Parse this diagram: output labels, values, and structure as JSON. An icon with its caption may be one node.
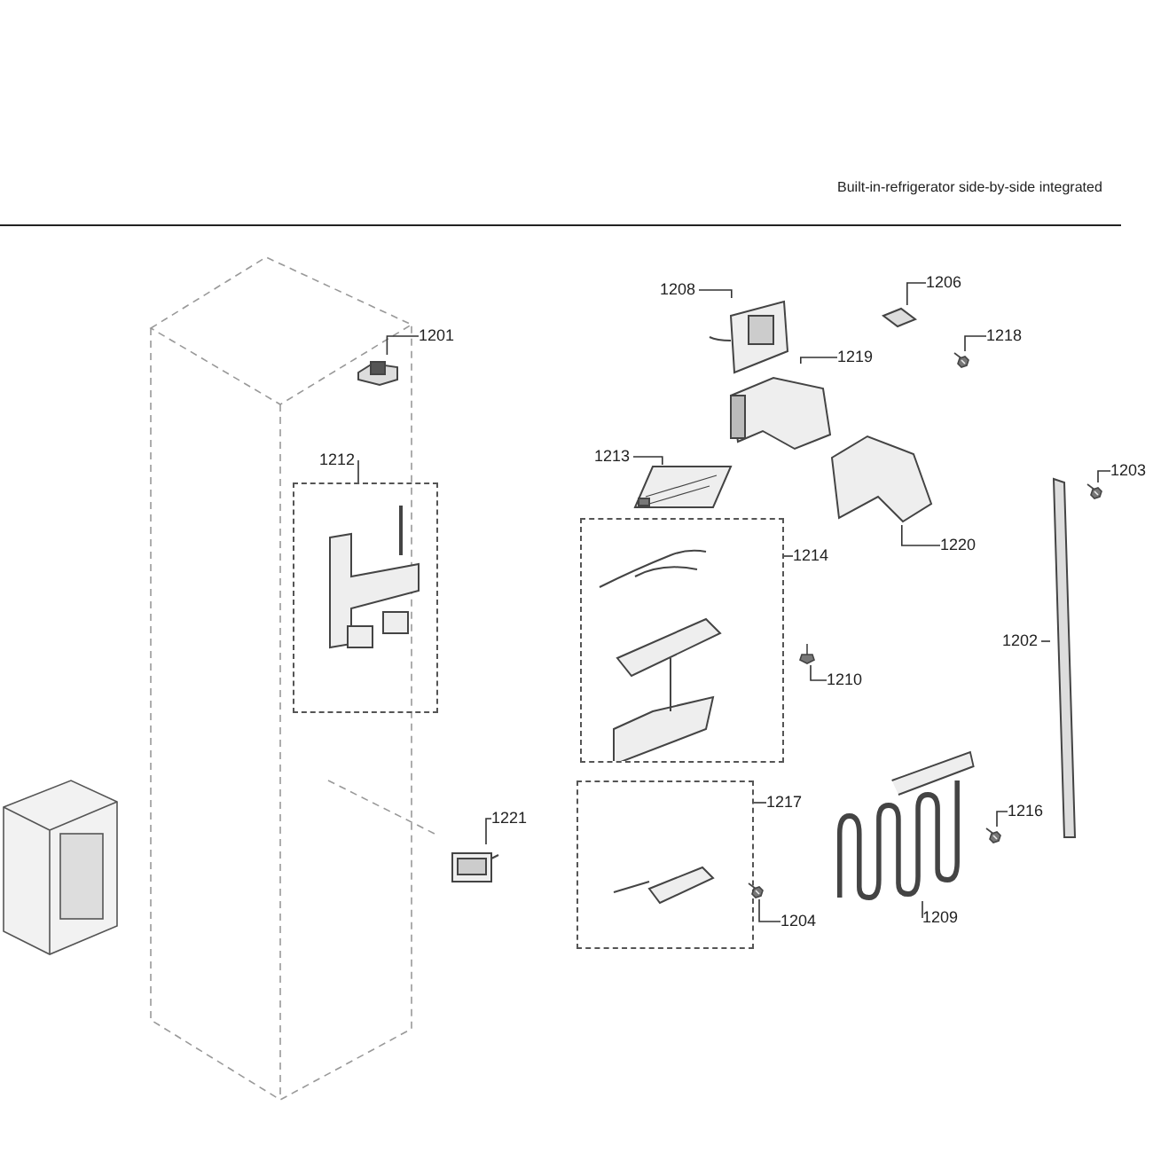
{
  "diagram": {
    "title": "Built-in-refrigerator side-by-side integrated",
    "nodes": [
      {
        "text": [
          "1201"
        ]
      },
      {
        "text": [],
        "shape": "picture"
      },
      {
        "text": [
          "1212"
        ]
      },
      {
        "text": [],
        "shape": "picture"
      },
      {
        "text": [
          "1221"
        ]
      },
      {
        "text": [],
        "shape": "picture"
      },
      {
        "text": [
          "1208"
        ]
      },
      {
        "text": [],
        "shape": "picture"
      },
      {
        "text": [
          "1206"
        ]
      },
      {
        "text": [],
        "shape": "picture"
      },
      {
        "text": [
          "1218"
        ]
      },
      {
        "text": [],
        "shape": "picture"
      },
      {
        "text": [
          "1219"
        ]
      },
      {
        "text": [],
        "shape": "picture"
      },
      {
        "text": [
          "1213"
        ]
      },
      {
        "text": [],
        "shape": "picture"
      },
      {
        "text": [
          "1220"
        ]
      },
      {
        "text": [],
        "shape": "picture"
      },
      {
        "text": [
          "1203"
        ]
      },
      {
        "text": [],
        "shape": "picture"
      },
      {
        "text": [
          "1214"
        ]
      },
      {
        "text": [],
        "shape": "picture"
      },
      {
        "text": [
          "1210"
        ]
      },
      {
        "text": [],
        "shape": "picture"
      },
      {
        "text": [
          "1202"
        ]
      },
      {
        "text": [],
        "shape": "picture"
      },
      {
        "text": [
          "1217"
        ]
      },
      {
        "text": [],
        "shape": "picture"
      },
      {
        "text": [
          "1216"
        ]
      },
      {
        "text": [],
        "shape": "picture"
      },
      {
        "text": [
          "1209"
        ]
      },
      {
        "text": [],
        "shape": "picture"
      },
      {
        "text": [
          "1204"
        ]
      },
      {
        "text": [],
        "shape": "picture"
      }
    ],
    "edges": [
      {
        "from": 0,
        "to": 1,
        "arrow": "none"
      },
      {
        "from": 2,
        "to": 3,
        "arrow": "none"
      },
      {
        "from": 4,
        "to": 5,
        "arrow": "none"
      },
      {
        "from": 6,
        "to": 7,
        "arrow": "none"
      },
      {
        "from": 8,
        "to": 9,
        "arrow": "none"
      },
      {
        "from": 10,
        "to": 11,
        "arrow": "none"
      },
      {
        "from": 12,
        "to": 13,
        "arrow": "none"
      },
      {
        "from": 14,
        "to": 15,
        "arrow": "none"
      },
      {
        "from": 16,
        "to": 17,
        "arrow": "none"
      },
      {
        "from": 18,
        "to": 19,
        "arrow": "none"
      },
      {
        "from": 20,
        "to": 21,
        "arrow": "none"
      },
      {
        "from": 22,
        "to": 23,
        "arrow": "none"
      },
      {
        "from": 24,
        "to": 25,
        "arrow": "none"
      },
      {
        "from": 26,
        "to": 27,
        "arrow": "none"
      },
      {
        "from": 28,
        "to": 29,
        "arrow": "none"
      },
      {
        "from": 30,
        "to": 31,
        "arrow": "none"
      },
      {
        "from": 32,
        "to": 33,
        "arrow": "none"
      }
    ]
  }
}
